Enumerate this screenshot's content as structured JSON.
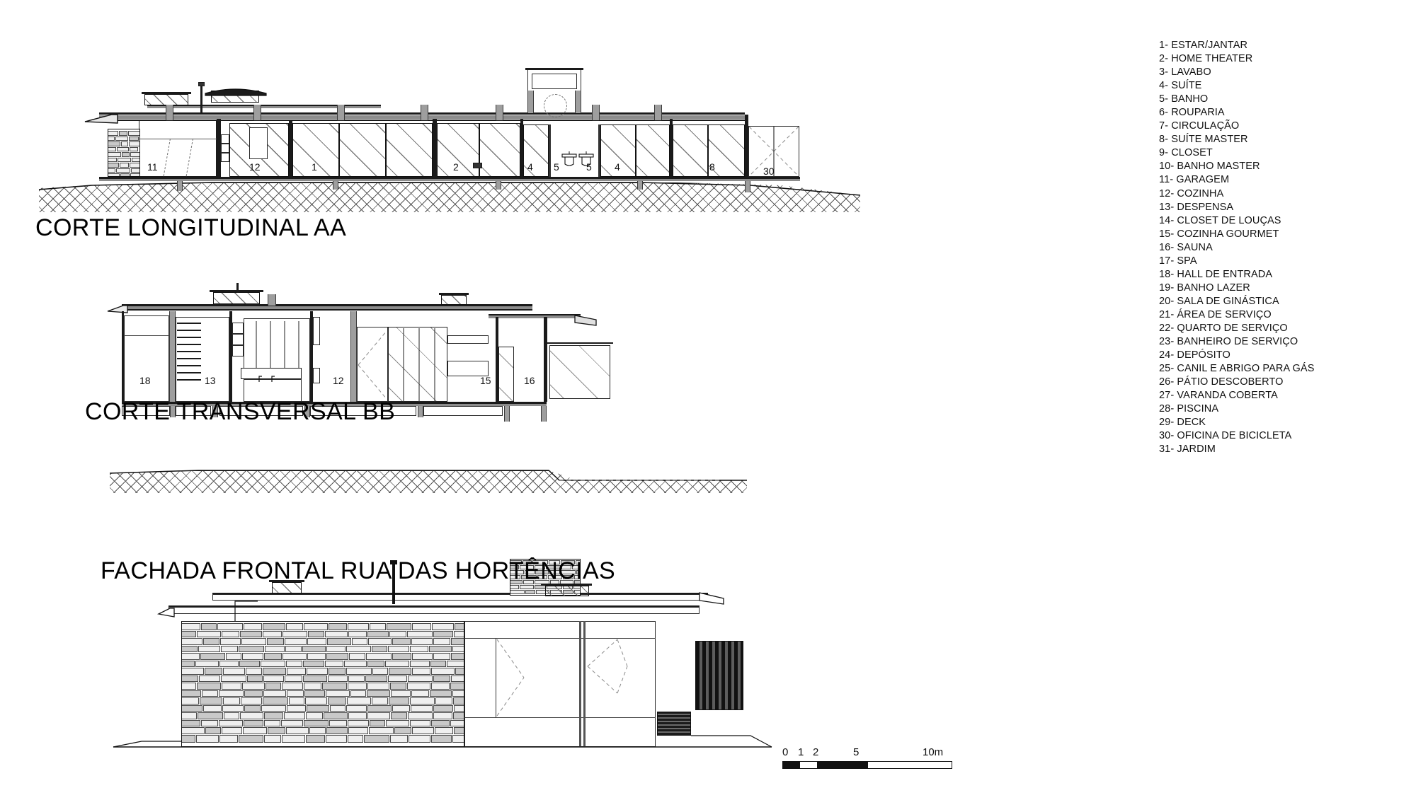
{
  "sheet": {
    "background_color": "#ffffff",
    "ink_color": "#111111"
  },
  "drawings": [
    {
      "id": "section-aa",
      "title": "CORTE LONGITUDINAL AA",
      "room_labels": [
        "11",
        "12",
        "1",
        "2",
        "4",
        "5",
        "5",
        "4",
        "8",
        "30"
      ]
    },
    {
      "id": "section-bb",
      "title": "CORTE TRANSVERSAL BB",
      "room_labels": [
        "18",
        "13",
        "12",
        "15",
        "16"
      ]
    },
    {
      "id": "front-elevation",
      "title": "FACHADA FRONTAL RUA DAS HORTÊNCIAS",
      "room_labels": []
    }
  ],
  "titles": {
    "section_aa": "CORTE LONGITUDINAL AA",
    "section_bb": "CORTE TRANSVERSAL BB",
    "front_elevation": "FACHADA FRONTAL RUA DAS HORTÊNCIAS"
  },
  "section_aa_labels": {
    "l1": "11",
    "l2": "12",
    "l3": "1",
    "l4": "2",
    "l5": "4",
    "l6": "5",
    "l7": "5",
    "l8": "4",
    "l9": "8",
    "l10": "30"
  },
  "section_bb_labels": {
    "l1": "18",
    "l2": "13",
    "l3": "12",
    "l4": "15",
    "l5": "16"
  },
  "legend": {
    "items": [
      "1- ESTAR/JANTAR",
      "2- HOME THEATER",
      "3- LAVABO",
      "4- SUÍTE",
      "5- BANHO",
      "6- ROUPARIA",
      "7- CIRCULAÇÃO",
      "8- SUÍTE MASTER",
      "9- CLOSET",
      "10- BANHO MASTER",
      "11- GARAGEM",
      "12- COZINHA",
      "13- DESPENSA",
      "14- CLOSET DE LOUÇAS",
      "15- COZINHA GOURMET",
      "16- SAUNA",
      "17- SPA",
      "18- HALL DE ENTRADA",
      "19- BANHO LAZER",
      "20- SALA DE GINÁSTICA",
      "21- ÁREA DE SERVIÇO",
      "22- QUARTO DE SERVIÇO",
      "23- BANHEIRO DE SERVIÇO",
      "24- DEPÓSITO",
      "25- CANIL E ABRIGO PARA GÁS",
      "26- PÁTIO DESCOBERTO",
      "27- VARANDA COBERTA",
      "28- PISCINA",
      "29- DECK",
      "30- OFICINA DE BICICLETA",
      "31- JARDIM"
    ]
  },
  "scale_bar": {
    "ticks": [
      "0",
      "1",
      "2",
      "5",
      "10m"
    ],
    "unit": "m",
    "max": 10
  }
}
